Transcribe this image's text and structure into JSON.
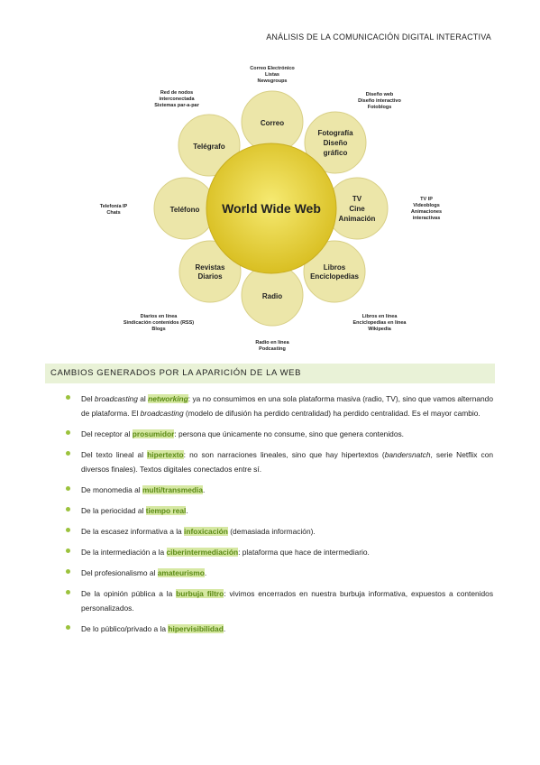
{
  "header": {
    "title": "ANÁLISIS DE LA COMUNICACIÓN DIGITAL INTERACTIVA"
  },
  "diagram": {
    "center": "World Wide Web",
    "nodes": {
      "correo": "Correo",
      "fotografia": [
        "Fotografía",
        "Diseño",
        "gráfico"
      ],
      "tv": [
        "TV",
        "Cine",
        "Animación"
      ],
      "libros": [
        "Libros",
        "Enciclopedias"
      ],
      "radio": "Radio",
      "revistas": [
        "Revistas",
        "Diarios"
      ],
      "telefono": "Teléfono",
      "telegrafo": "Telégrafo"
    },
    "notes": {
      "correo": [
        "Correo Electrónico",
        "Listas",
        "Newsgroups"
      ],
      "fotografia": [
        "Diseño web",
        "Diseño interactivo",
        "Fotoblogs"
      ],
      "tv": [
        "TV IP",
        "Videoblogs",
        "Animaciones",
        "interactivas"
      ],
      "libros": [
        "Libros en línea",
        "Enciclopedias en línea",
        "Wikipedia"
      ],
      "radio": [
        "Radio en línea",
        "Podcasting"
      ],
      "revistas": [
        "Diarios en línea",
        "Sindicación contenidos (RSS)",
        "Blogs"
      ],
      "telefono": [
        "Telefonía IP",
        "Chats"
      ],
      "telegrafo": [
        "Red de nodos",
        "interconectada",
        "Sistemas par-a-par"
      ]
    }
  },
  "section": {
    "title": "CAMBIOS GENERADOS POR LA APARICIÓN DE LA WEB"
  },
  "items": [
    {
      "a": "Del ",
      "b": "broadcasting",
      "c": " al ",
      "d": "networking",
      "e": ": ya no consumimos en una sola plataforma masiva (radio, TV), sino que vamos alternando de plataforma. El ",
      "f": "broadcasting",
      "g": " (modelo de difusión ha perdido centralidad) ha perdido centralidad. Es el mayor cambio."
    },
    {
      "a": "Del receptor al ",
      "hl": "prosumidor",
      "b": ": persona que únicamente no consume, sino que genera contenidos."
    },
    {
      "a": "Del texto lineal al ",
      "hl": "hipertexto",
      "b": ": no son narraciones lineales, sino que hay hipertextos (",
      "c": "bandersnatch",
      "d": ", serie Netflix con diversos finales). Textos digitales conectados entre sí."
    },
    {
      "a": "De monomedia al ",
      "hl": "multi/transmedia",
      "b": "."
    },
    {
      "a": "De la periocidad al ",
      "hl": "tiempo real",
      "b": "."
    },
    {
      "a": "De la escasez informativa a la ",
      "hl": "infoxicación",
      "b": " (demasiada información)."
    },
    {
      "a": "De la intermediación a la ",
      "hl": "ciberintermediación",
      "b": ": plataforma que hace de intermediario."
    },
    {
      "a": "Del profesionalismo al ",
      "hl": "amateurismo",
      "b": "."
    },
    {
      "a": "De la opinión pública a la ",
      "hl": "burbuja filtro",
      "b": ": vivimos encerrados en nuestra burbuja informativa, expuestos a contenidos personalizados."
    },
    {
      "a": "De lo público/privado a la ",
      "hl": "hipervisibilidad",
      "b": "."
    }
  ],
  "colors": {
    "accent": "#9bc23c",
    "highlight_bg": "#d6e8a3",
    "highlight_text": "#5a8a14",
    "section_bg": "#e9f2d7",
    "circle_fill": "#ece6a9",
    "center_fill": "#e6d23a"
  }
}
